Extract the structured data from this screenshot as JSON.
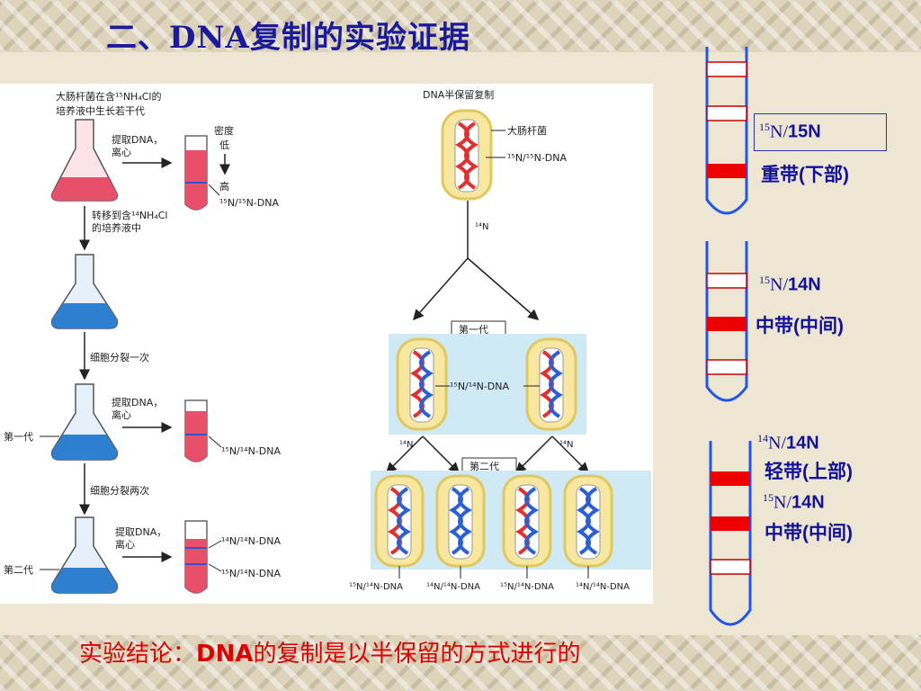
{
  "title": "二、DNA复制的实验证据",
  "conclusion": {
    "prefix": "实验结论：",
    "dna": "DNA",
    "suffix": "的复制是以半保留的方式进行的"
  },
  "left_diagram": {
    "caption_line1": "大肠杆菌在含¹⁵NH₄Cl的",
    "caption_line2": "培养液中生长若干代",
    "extract1": "提取DNA，",
    "centrifuge1": "离心",
    "density": "密度",
    "low": "低",
    "high": "高",
    "dna_15_15": "¹⁵N/¹⁵N-DNA",
    "transfer1": "转移到含¹⁴NH₄Cl",
    "transfer2": "的培养液中",
    "divide_once": "细胞分裂一次",
    "extract2": "提取DNA，",
    "centrifuge2": "离心",
    "gen1": "第一代",
    "dna_15_14": "¹⁵N/¹⁴N-DNA",
    "divide_twice": "细胞分裂两次",
    "extract3": "提取DNA，",
    "centrifuge3": "离心",
    "gen2": "第二代",
    "dna_14_14": "¹⁴N/¹⁴N-DNA",
    "dna_15_14_b": "¹⁵N/¹⁴N-DNA"
  },
  "middle_diagram": {
    "title": "DNA半保留复制",
    "ecoli": "大肠杆菌",
    "dna_15_15": "¹⁵N/¹⁵N-DNA",
    "n14_top": "¹⁴N",
    "gen1_box": "第一代",
    "dna_15_14": "¹⁵N/¹⁴N-DNA",
    "n14_left": "¹⁴N",
    "n14_right": "¹⁴N",
    "gen2_box": "第二代",
    "bottom_labels": [
      "¹⁵N/¹⁴N-DNA",
      "¹⁴N/¹⁴N-DNA",
      "¹⁵N/¹⁴N-DNA",
      "¹⁴N/¹⁴N-DNA"
    ]
  },
  "right_tubes": [
    {
      "iso_sup": "15",
      "iso_n": "N/",
      "iso_tail": "15N",
      "band": "重带(下部)"
    },
    {
      "iso_sup": "15",
      "iso_n": "N/",
      "iso_tail": "14N",
      "band": "中带(中间)"
    },
    {
      "iso_sup": "14",
      "iso_n": "N/",
      "iso_tail": "14N",
      "band": "轻带(上部)"
    },
    {
      "iso_sup": "15",
      "iso_n": "N/",
      "iso_tail": "14N",
      "band": "中带(中间)"
    }
  ],
  "colors": {
    "title": "#1a1a9a",
    "conclusion": "#dd0000",
    "band_red": "#ee0000",
    "tube_blue": "#2255ee",
    "label_blue": "#111199"
  }
}
